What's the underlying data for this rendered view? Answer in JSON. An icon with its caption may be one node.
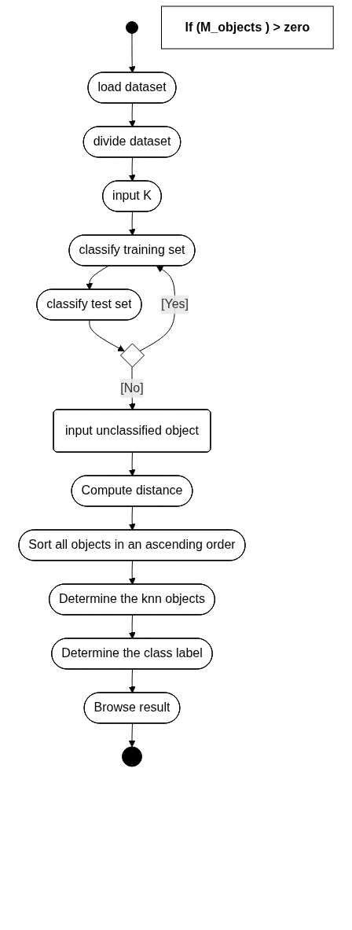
{
  "diagram": {
    "nodes": [
      {
        "text": [],
        "shape": "circle"
      },
      {
        "text": [
          "load dataset"
        ]
      },
      {
        "text": [
          "divide dataset"
        ]
      },
      {
        "text": [
          "input K"
        ]
      },
      {
        "text": [
          "classify training set"
        ]
      },
      {
        "text": [
          "classify test set"
        ]
      },
      {
        "text": [],
        "shape": "diamond"
      },
      {
        "text": [
          "If (M_objects ) > zero"
        ]
      },
      {
        "text": [
          "input  unclassified object"
        ]
      },
      {
        "text": [
          "Compute distance"
        ]
      },
      {
        "text": [
          "Sort all objects in an  ascending order"
        ]
      },
      {
        "text": [
          "Determine the knn  objects"
        ]
      },
      {
        "text": [
          "Determine the class label"
        ]
      },
      {
        "text": [
          "Browse result"
        ]
      },
      {
        "text": [],
        "shape": "circle"
      }
    ],
    "edges": [
      {
        "from": 0,
        "to": 1,
        "arrow": "to"
      },
      {
        "from": 1,
        "to": 2,
        "arrow": "to"
      },
      {
        "from": 2,
        "to": 3,
        "arrow": "to"
      },
      {
        "from": 3,
        "to": 4,
        "arrow": "to"
      },
      {
        "from": 4,
        "to": 5,
        "arrow": "to"
      },
      {
        "from": 5,
        "to": 6,
        "arrow": "to"
      },
      {
        "from": 6,
        "to": 4,
        "label": "[Yes]",
        "arrow": "to"
      },
      {
        "from": 6,
        "to": 8,
        "label": "[No]",
        "arrow": "to"
      },
      {
        "from": 8,
        "to": 9,
        "arrow": "to"
      },
      {
        "from": 9,
        "to": 10,
        "arrow": "to"
      },
      {
        "from": 10,
        "to": 11,
        "arrow": "to"
      },
      {
        "from": 11,
        "to": 12,
        "arrow": "to"
      },
      {
        "from": 12,
        "to": 13,
        "arrow": "to"
      },
      {
        "from": 13,
        "to": 14,
        "arrow": "to"
      }
    ]
  }
}
